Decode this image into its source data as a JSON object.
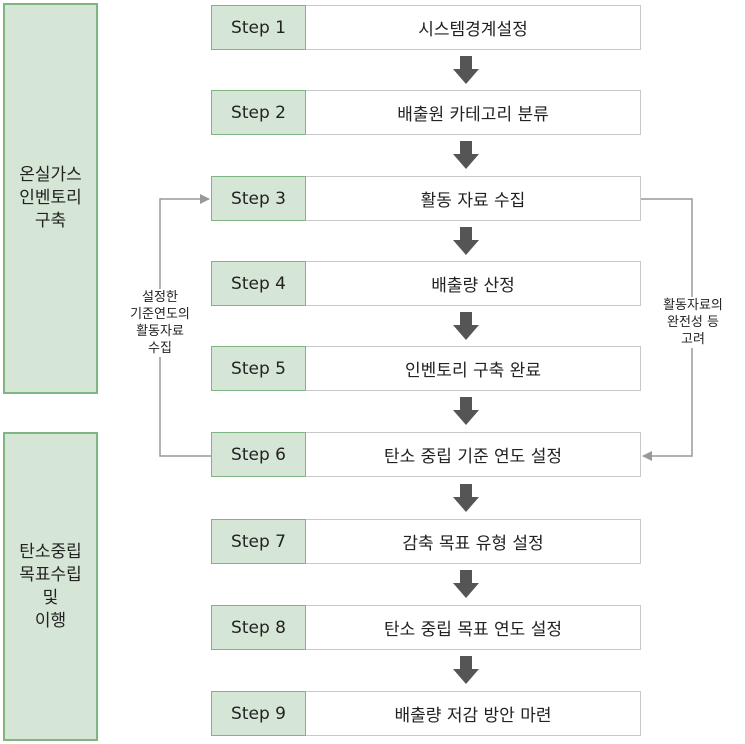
{
  "phases": [
    {
      "label": "온실가스\n인벤토리\n구축"
    },
    {
      "label": "탄소중립\n목표수립\n및\n이행"
    }
  ],
  "steps": [
    {
      "step": "Step 1",
      "text": "시스템경계설정"
    },
    {
      "step": "Step 2",
      "text": "배출원 카테고리 분류"
    },
    {
      "step": "Step 3",
      "text": "활동 자료 수집"
    },
    {
      "step": "Step 4",
      "text": "배출량 산정"
    },
    {
      "step": "Step 5",
      "text": "인벤토리 구축 완료"
    },
    {
      "step": "Step 6",
      "text": "탄소 중립 기준 연도 설정"
    },
    {
      "step": "Step 7",
      "text": "감축 목표 유형 설정"
    },
    {
      "step": "Step 8",
      "text": "탄소 중립 목표 연도 설정"
    },
    {
      "step": "Step 9",
      "text": "배출량 저감 방안 마련"
    }
  ],
  "notes": {
    "left": "설정한\n기준연도의\n활동자료\n수집",
    "right": "활동자료의\n완전성 등\n고려"
  },
  "colors": {
    "phase_fill": "#d6e6d6",
    "phase_border": "#7fb582",
    "arrow": "#555555",
    "connector": "#999999"
  }
}
